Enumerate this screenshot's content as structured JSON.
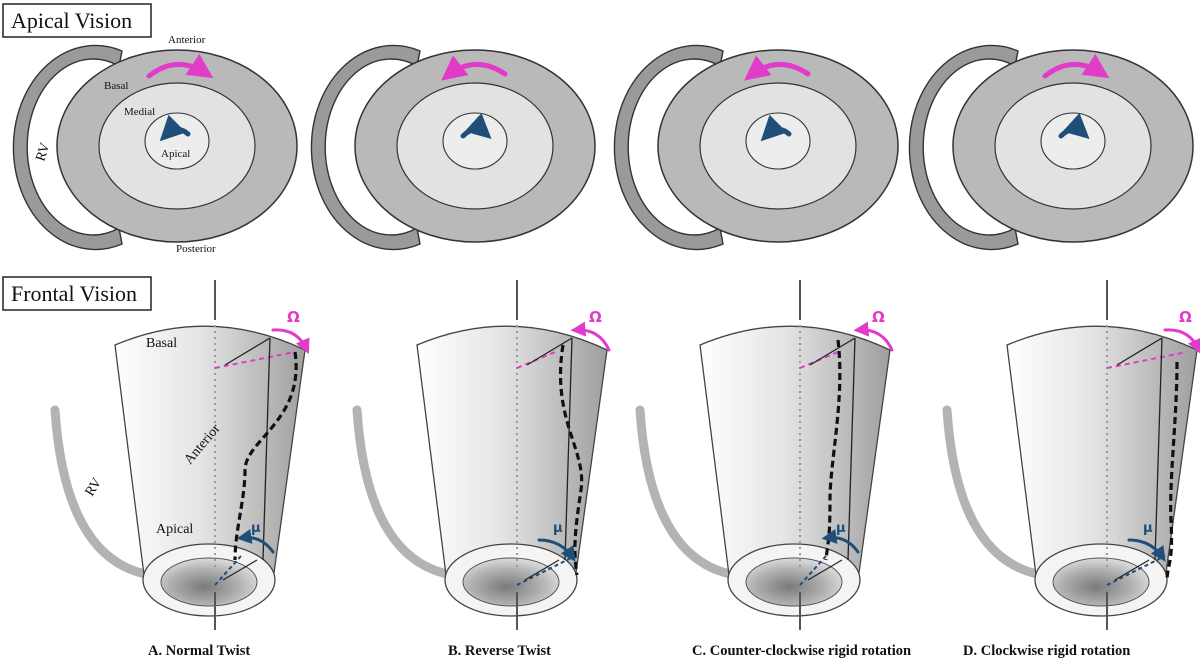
{
  "headers": {
    "apical": "Apical Vision",
    "frontal": "Frontal Vision"
  },
  "apical_labels": {
    "anterior": "Anterior",
    "basal": "Basal",
    "medial": "Medial",
    "apical": "Apical",
    "rv": "RV",
    "posterior": "Posterior"
  },
  "frontal_labels": {
    "basal": "Basal",
    "anterior": "Anterior",
    "rv": "RV",
    "apical": "Apical",
    "omega": "Ω",
    "mu": "μ"
  },
  "panels": [
    {
      "id": "A",
      "caption": "A. Normal Twist",
      "basal_rotation": "clockwise",
      "apical_rotation": "counter-clockwise"
    },
    {
      "id": "B",
      "caption": "B. Reverse Twist",
      "basal_rotation": "counter-clockwise",
      "apical_rotation": "clockwise"
    },
    {
      "id": "C",
      "caption": "C. Counter-clockwise rigid rotation",
      "basal_rotation": "counter-clockwise",
      "apical_rotation": "counter-clockwise"
    },
    {
      "id": "D",
      "caption": "D. Clockwise rigid rotation",
      "basal_rotation": "clockwise",
      "apical_rotation": "clockwise"
    }
  ],
  "colors": {
    "basal_arrow": "#e23bc9",
    "apical_arrow": "#1f4e7a",
    "outer_ring": "#b9b9b9",
    "inner_disc": "#e2e2e2",
    "rv_ring": "#9a9a9a"
  }
}
